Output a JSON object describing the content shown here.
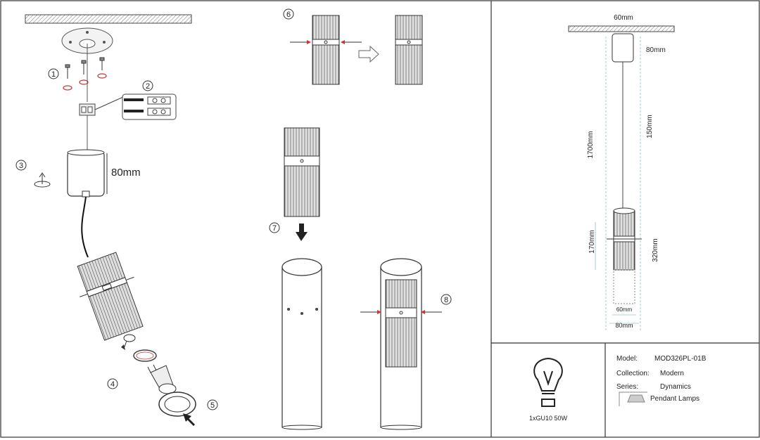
{
  "steps": {
    "s1": "1",
    "s2": "2",
    "s3": "3",
    "s4": "4",
    "s5": "5",
    "s6": "6",
    "s7": "7",
    "s8": "8"
  },
  "install": {
    "canopy_height_label": "80mm"
  },
  "dimensions": {
    "canopy_width": "60mm",
    "canopy_height": "80mm",
    "total_height": "1700mm",
    "cable_length": "150mm",
    "head_height": "170mm",
    "shade_height": "320mm",
    "shade_inner_width": "60mm",
    "shade_outer_width": "80mm"
  },
  "bulb": {
    "spec": "1xGU10 50W"
  },
  "product": {
    "model_label": "Model:",
    "model_value": "MOD326PL-01B",
    "collection_label": "Collection:",
    "collection_value": "Modern",
    "series_label": "Series:",
    "series_value": "Dynamics",
    "type_value": "Pendant Lamps"
  }
}
